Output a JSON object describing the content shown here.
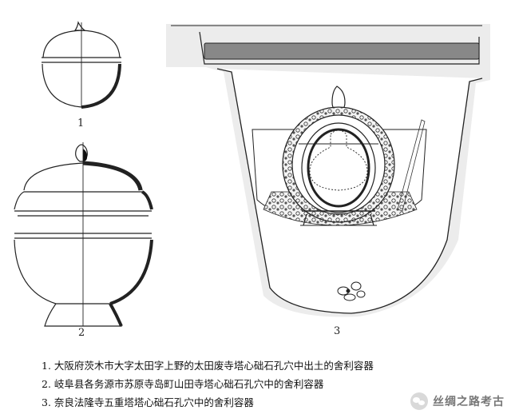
{
  "figure_labels": {
    "fig1": "1",
    "fig2": "2",
    "fig3": "3"
  },
  "captions": [
    "1. 大阪府茨木市大字太田字上野的太田废寺塔心础石孔穴中出土的舍利容器",
    "2. 岐阜县各务源市苏原寺岛町山田寺塔心础石孔穴中的舍利容器",
    "3. 奈良法隆寺五重塔塔心础石孔穴中的舍利容器"
  ],
  "watermark": {
    "icon": "chat-bubble-icon",
    "text": "丝绸之路考古"
  }
}
